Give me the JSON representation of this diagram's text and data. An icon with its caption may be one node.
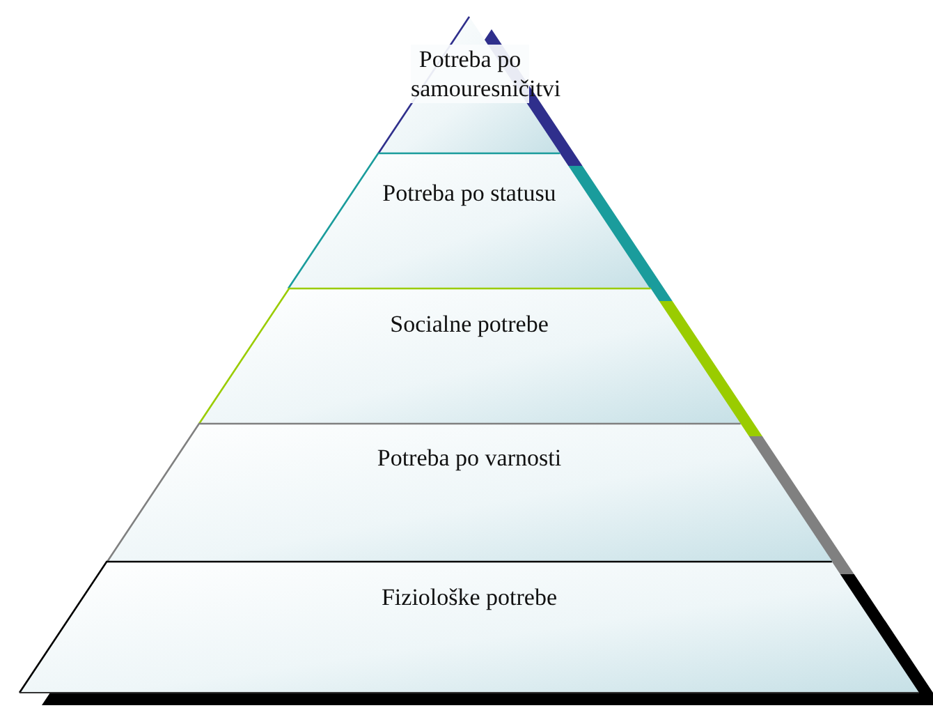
{
  "diagram": {
    "nodes": [
      {
        "text": [
          "Potreba po samouresničitvi"
        ]
      },
      {
        "text": [
          "Potreba po statusu"
        ]
      },
      {
        "text": [
          "Socialne potrebe"
        ]
      },
      {
        "text": [
          "Potreba po varnosti"
        ]
      },
      {
        "text": [
          "Fiziološke potrebe"
        ]
      }
    ]
  }
}
